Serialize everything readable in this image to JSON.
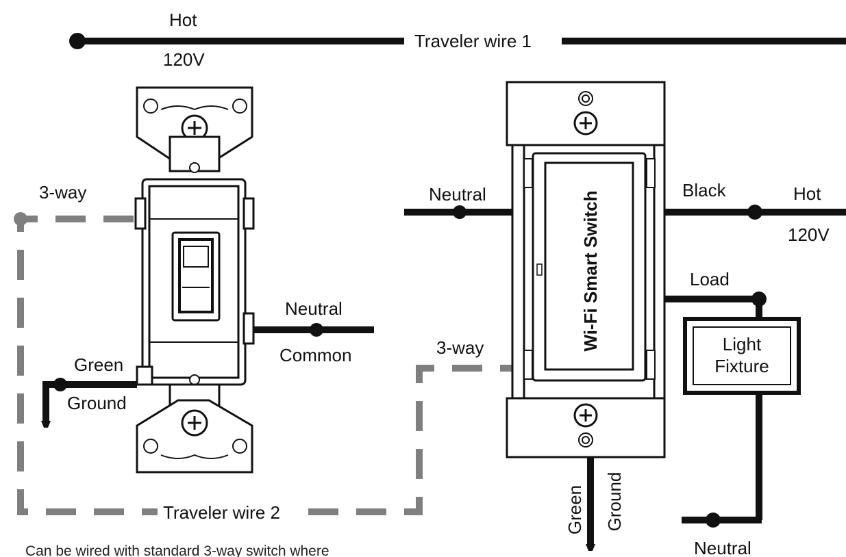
{
  "labels": {
    "top_hot": "Hot",
    "top_voltage": "120V",
    "traveler1": "Traveler wire 1",
    "traveler2": "Traveler wire 2",
    "left_threeway": "3-way",
    "left_neutral": "Neutral",
    "left_common": "Common",
    "left_green": "Green",
    "left_ground": "Ground",
    "right_neutral": "Neutral",
    "right_black": "Black",
    "right_hot": "Hot",
    "right_voltage": "120V",
    "right_load": "Load",
    "right_threeway": "3-way",
    "light_line1": "Light",
    "light_line2": "Fixture",
    "smart_switch": "Wi-Fi Smart Switch",
    "bottom_green": "Green",
    "bottom_ground": "Ground",
    "bottom_neutral": "Neutral",
    "caption": "Can be wired with standard 3-way switch where"
  },
  "colors": {
    "wire": "#111111",
    "traveler2_dashed": "#7f7f7f",
    "background": "#ffffff"
  }
}
